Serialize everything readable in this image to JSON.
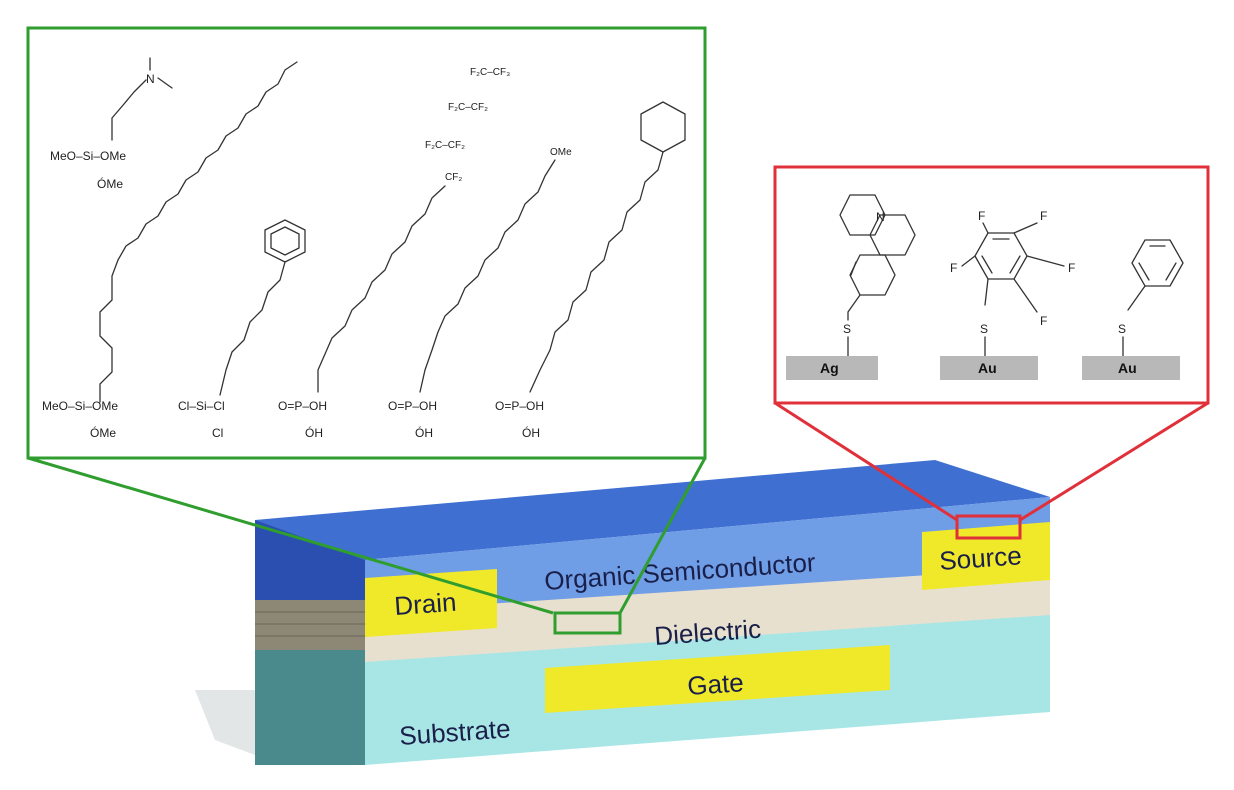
{
  "device": {
    "organic_semiconductor": "Organic Semiconductor",
    "drain": "Drain",
    "source": "Source",
    "dielectric": "Dielectric",
    "gate": "Gate",
    "substrate": "Substrate"
  },
  "green_panel": {
    "mol1_head": "MeO–Si–OMe",
    "mol1_ome": "ÓMe",
    "mol1_n": "N",
    "mol2_head": "MeO–Si–OMe",
    "mol2_ome": "ÓMe",
    "mol3_head": "Cl–Si–Cl",
    "mol3_cl": "Cl",
    "mol4_head": "O=P–OH",
    "mol4_oh": "ÓH",
    "mol4_cf2": "CF₂",
    "mol4_cf2b": "F₂C–CF₂",
    "mol4_cf2c": "F₂C–CF₂",
    "mol4_cf3": "F₂C–CF₃",
    "mol5_head": "O=P–OH",
    "mol5_oh": "ÓH",
    "mol5_ome": "OMe",
    "mol6_head": "O=P–OH",
    "mol6_oh": "ÓH"
  },
  "red_panel": {
    "n_label": "N",
    "s1": "S",
    "s2": "S",
    "s3": "S",
    "metal1": "Ag",
    "metal2": "Au",
    "metal3": "Au",
    "f1": "F",
    "f2": "F",
    "f3": "F",
    "f4": "F",
    "f5": "F"
  },
  "colors": {
    "green_frame": "#2f9e2f",
    "red_frame": "#e0303a",
    "semiconductor_top": "#3f6fd1",
    "semiconductor_front": "#6f9de6",
    "semiconductor_side": "#2a4fb0",
    "electrode": "#f0e92a",
    "dielectric": "#e8e0cf",
    "substrate_front": "#a8e6e6",
    "substrate_side": "#4a8a8c",
    "metal_pad": "#b8b8b8"
  }
}
